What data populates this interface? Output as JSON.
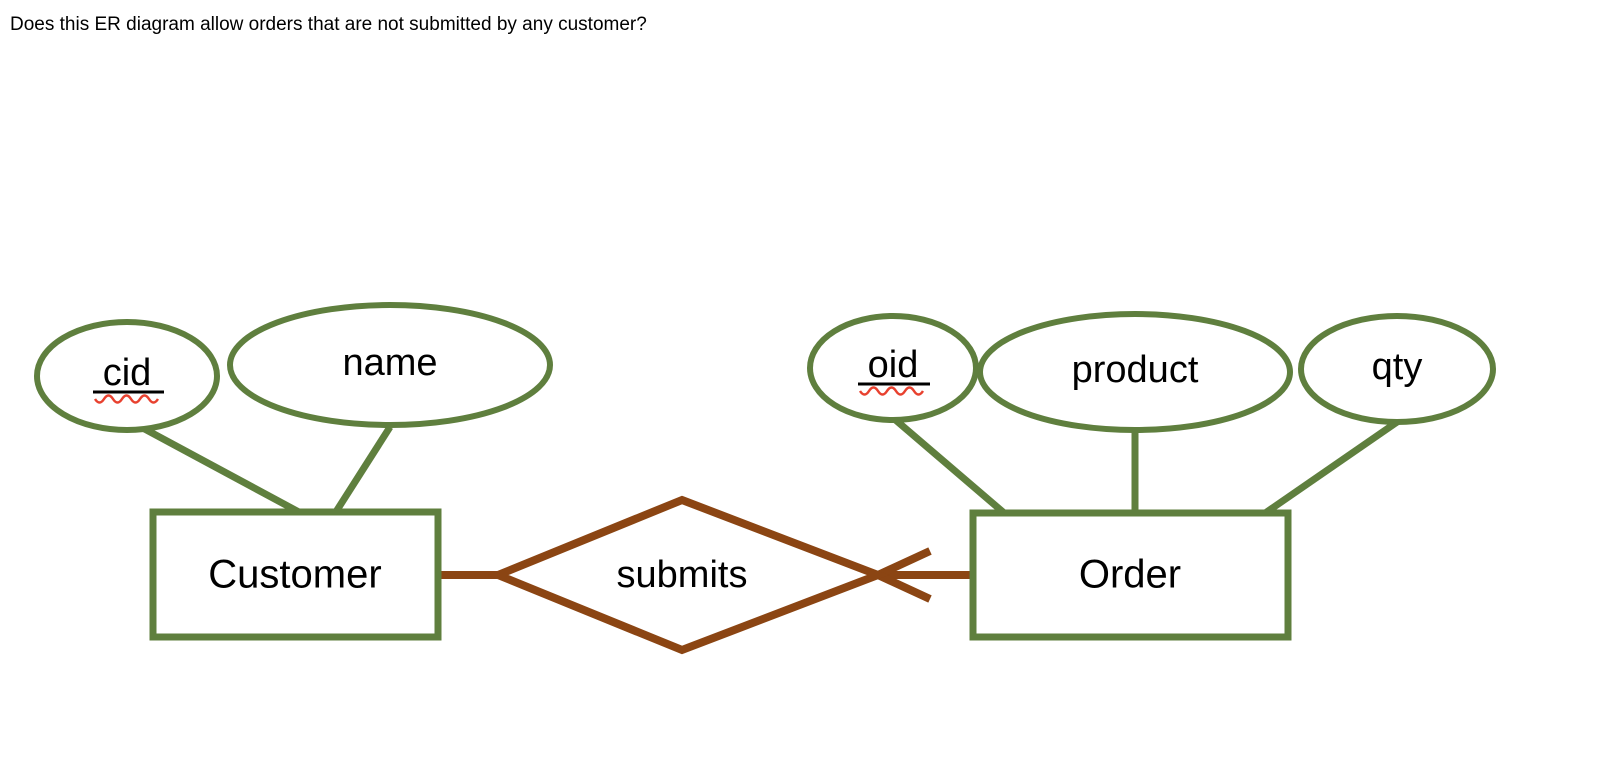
{
  "question": {
    "text": "Does this ER diagram allow orders that are not submitted by any customer?"
  },
  "diagram": {
    "type": "entity-relationship-diagram",
    "notation": "chen",
    "colors": {
      "entity_stroke": "#5f7f3e",
      "attribute_stroke": "#5f7f3e",
      "relationship_stroke": "#8b4513",
      "text": "#000000",
      "background": "#ffffff",
      "spellcheck_underline": "#e8412f"
    },
    "entities": [
      {
        "id": "customer",
        "label": "Customer",
        "attributes": [
          {
            "id": "cid",
            "label": "cid",
            "is_key": true,
            "spellcheck_flagged": true
          },
          {
            "id": "name",
            "label": "name",
            "is_key": false,
            "spellcheck_flagged": false
          }
        ]
      },
      {
        "id": "order",
        "label": "Order",
        "attributes": [
          {
            "id": "oid",
            "label": "oid",
            "is_key": true,
            "spellcheck_flagged": true
          },
          {
            "id": "product",
            "label": "product",
            "is_key": false,
            "spellcheck_flagged": false
          },
          {
            "id": "qty",
            "label": "qty",
            "is_key": false,
            "spellcheck_flagged": false
          }
        ]
      }
    ],
    "relationships": [
      {
        "id": "submits",
        "label": "submits",
        "from": "Customer",
        "to": "Order",
        "from_arrow": false,
        "to_arrow": true,
        "arrow_direction": "points-left-toward-relationship",
        "meaning": "each Order participates in at most one submits (key constraint on Order)"
      }
    ]
  }
}
